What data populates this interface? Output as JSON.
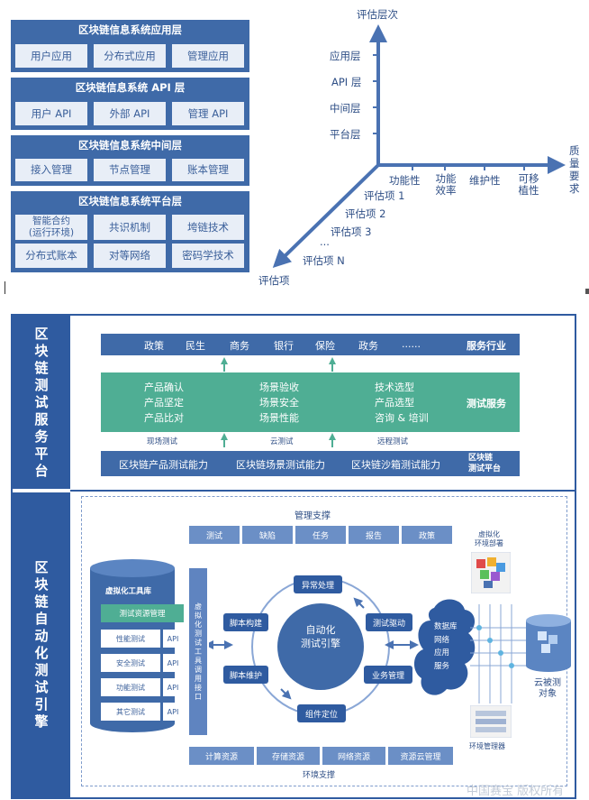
{
  "layers": [
    {
      "title": "区块链信息系统应用层",
      "items": [
        "用户应用",
        "分布式应用",
        "管理应用"
      ]
    },
    {
      "title": "区块链信息系统 API 层",
      "items": [
        "用户 API",
        "外部 API",
        "管理 API"
      ]
    },
    {
      "title": "区块链信息系统中间层",
      "items": [
        "接入管理",
        "节点管理",
        "账本管理"
      ]
    },
    {
      "title": "区块链信息系统平台层",
      "items": [
        "智能合约\n(运行环境)",
        "共识机制",
        "垮链技术",
        "分布式账本",
        "对等网络",
        "密码学技术"
      ]
    }
  ],
  "axes": {
    "vertical_title": "评估层次",
    "vertical_levels": [
      "应用层",
      "API 层",
      "中间层",
      "平台层"
    ],
    "horizontal_title": "质量要求",
    "horizontal_items": [
      "功能性",
      "功能效率",
      "维护性",
      "可移植性"
    ],
    "diagonal_title": "评估项",
    "diagonal_items": [
      "评估项 1",
      "评估项 2",
      "评估项 3",
      "...",
      "评估项 N"
    ]
  },
  "platform": {
    "service_band_label": "区块链测试服务平台",
    "industry_items": [
      "政策",
      "民生",
      "商务",
      "银行",
      "保险",
      "政务",
      "......"
    ],
    "industry_label": "服务行业",
    "test_services_col1": [
      "产品确认",
      "产品坚定",
      "产品比对"
    ],
    "test_services_col2": [
      "场景验收",
      "场景安全",
      "场景性能"
    ],
    "test_services_col3": [
      "技术选型",
      "产品选型",
      "咨询 & 培训"
    ],
    "test_services_label": "测试服务",
    "test_modes": [
      "现场测试",
      "云测试",
      "远程测试"
    ],
    "capabilities": [
      "区块链产品测试能力",
      "区块链场景测试能力",
      "区块链沙箱测试能力"
    ],
    "capability_label": "区块链\n测试平台"
  },
  "engine": {
    "engine_band_label": "区块链自动化测试引擎",
    "mgmt_title": "管理支撑",
    "mgmt_items": [
      "测试",
      "缺陷",
      "任务",
      "报告",
      "政策"
    ],
    "toolkit_title": "虚拟化工具库",
    "toolkit_items": [
      "测试资源管理",
      "性能测试",
      "安全测试",
      "功能测试",
      "其它测试"
    ],
    "api_label": "API",
    "interface_label": "虚拟化测试工具调用接口",
    "core_label": "自动化\n测试引擎",
    "ring_nodes": [
      "异常处理",
      "脚本构建",
      "测试驱动",
      "脚本维护",
      "业务管理",
      "组件定位"
    ],
    "cloud_items": [
      "数据库",
      "网络",
      "应用",
      "服务"
    ],
    "virt_deploy_label": "虚拟化\n环境部署",
    "env_manager_label": "环境管理器",
    "target_label": "云被测\n对象",
    "env_title": "环境支撑",
    "env_items": [
      "计算资源",
      "存储资源",
      "网络资源",
      "资源云管理"
    ]
  },
  "watermark": "中国赛宝 版权所有",
  "colors": {
    "primary": "#3f6aa8",
    "green": "#4fae94",
    "dark": "#2f5ba0",
    "light": "#e8eef7"
  }
}
